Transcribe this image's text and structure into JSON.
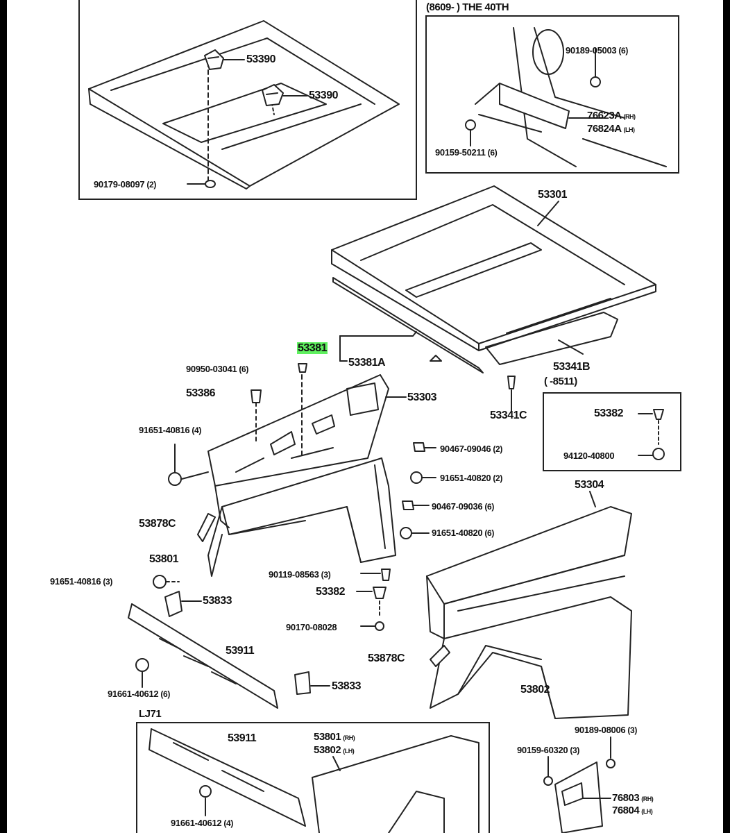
{
  "diagram": {
    "top_right_header": "(8609-      ) THE 40TH",
    "variant_section_label": "LJ71",
    "sub_range_label": "(        -8511)",
    "highlight_color": "#5ff05f"
  },
  "parts": {
    "p53390_a": "53390",
    "p53390_b": "53390",
    "p90179": "90179-08097",
    "p90179_qty": "(2)",
    "p90189_05003": "90189-05003",
    "p90189_05003_qty": "(6)",
    "p76623a": "76623A",
    "p76623a_side": "(RH)",
    "p76624a": "76824A",
    "p76624a_side": "(LH)",
    "p90159_50211": "90159-50211",
    "p90159_50211_qty": "(6)",
    "p53301": "53301",
    "p53381": "53381",
    "p53381a": "53381A",
    "p53341b": "53341B",
    "p53341c": "53341C",
    "p90950": "90950-03041",
    "p90950_qty": "(6)",
    "p53386": "53386",
    "p53303": "53303",
    "p91651_40816_a": "91651-40816",
    "p91651_40816_a_qty": "(4)",
    "p53382_box": "53382",
    "p94120": "94120-40800",
    "p90467_09046": "90467-09046",
    "p90467_09046_qty": "(2)",
    "p91651_40820_a": "91651-40820",
    "p91651_40820_a_qty": "(2)",
    "p90467_09036": "90467-09036",
    "p90467_09036_qty": "(6)",
    "p91651_40820_b": "91651-40820",
    "p91651_40820_b_qty": "(6)",
    "p53878c_a": "53878C",
    "p53801": "53801",
    "p53304": "53304",
    "p91651_40816_b": "91651-40816",
    "p91651_40816_b_qty": "(3)",
    "p90119": "90119-08563",
    "p90119_qty": "(3)",
    "p53833_a": "53833",
    "p53382": "53382",
    "p90170": "90170-08028",
    "p53911": "53911",
    "p53878c_b": "53878C",
    "p53802": "53802",
    "p91651_40612_a": "91661-40612",
    "p91651_40612_a_qty": "(6)",
    "p53833_b": "53833",
    "p53911_b": "53911",
    "p53801_b": "53801",
    "p53801_b_side": "(RH)",
    "p53802_b": "53802",
    "p53802_b_side": "(LH)",
    "p90189_08006": "90189-08006",
    "p90189_08006_qty": "(3)",
    "p90159_60320": "90159-60320",
    "p90159_60320_qty": "(3)",
    "p91651_40612_b": "91661-40612",
    "p91651_40612_b_qty": "(4)",
    "p76803": "76803",
    "p76803_side": "(RH)",
    "p76804": "76804",
    "p76804_side": "(LH)"
  }
}
